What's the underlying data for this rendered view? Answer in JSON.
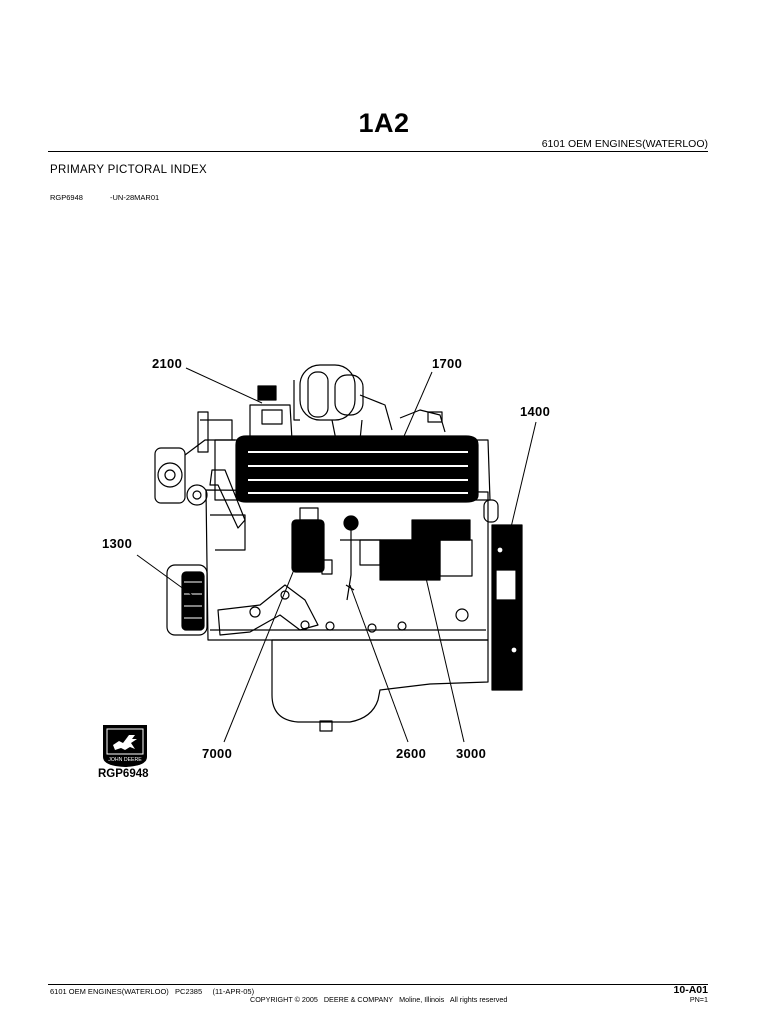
{
  "header": {
    "page_title": "1A2",
    "manual_title": "6101 OEM ENGINES(WATERLOO)"
  },
  "section": {
    "title": "PRIMARY PICTORAL INDEX",
    "ref_code": "RGP6948",
    "ref_date": "-UN-28MAR01"
  },
  "illustration": {
    "callouts": [
      "2100",
      "1700",
      "1400",
      "1300",
      "7000",
      "2600",
      "3000"
    ],
    "logo_text": "JOHN DEERE",
    "logo_caption": "RGP6948"
  },
  "footer": {
    "left": "6101 OEM ENGINES(WATERLOO)   PC2385     (11-APR-05)",
    "copyright": "COPYRIGHT © 2005   DEERE & COMPANY   Moline, Illinois   All rights reserved",
    "page_number": "10-A01",
    "pn": "PN=1"
  }
}
